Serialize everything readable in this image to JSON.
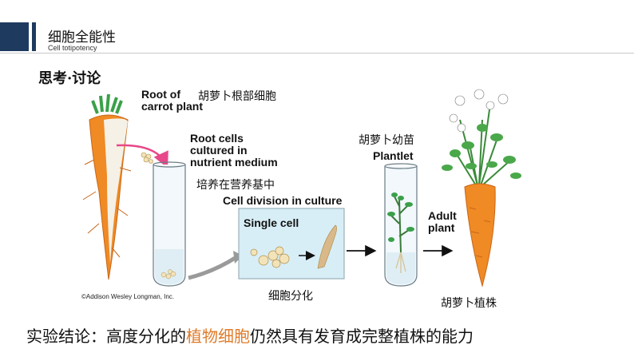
{
  "header": {
    "title": "细胞全能性",
    "subtitle": "Cell totipotency"
  },
  "section": {
    "think": "思考·讨论"
  },
  "figure": {
    "root_en_1": "Root of",
    "root_en_2": "carrot plant",
    "root_cn": "胡萝卜根部细胞",
    "cultured_en_1": "Root cells",
    "cultured_en_2": "cultured in",
    "cultured_en_3": "nutrient medium",
    "cultured_cn": "培养在营养基中",
    "division_en": "Cell division in culture",
    "single_cell": "Single cell",
    "division_cn": "细胞分化",
    "plantlet_cn": "胡萝卜幼苗",
    "plantlet_en": "Plantlet",
    "adult_en_1": "Adult",
    "adult_en_2": "plant",
    "adult_cn": "胡萝卜植株",
    "copyright": "©Addison Wesley Longman, Inc."
  },
  "conclusion": {
    "prefix": "实验结论：高度分化的",
    "highlight": "植物细胞",
    "suffix": "仍然具有发育成完整植株的能力"
  },
  "colors": {
    "header_bar": "#1f3a5f",
    "carrot": "#f08a24",
    "leaf": "#3aa04a",
    "highlight": "#e07b2a",
    "culture_box": "#d8eef6",
    "pink_arrow": "#e8488a"
  }
}
